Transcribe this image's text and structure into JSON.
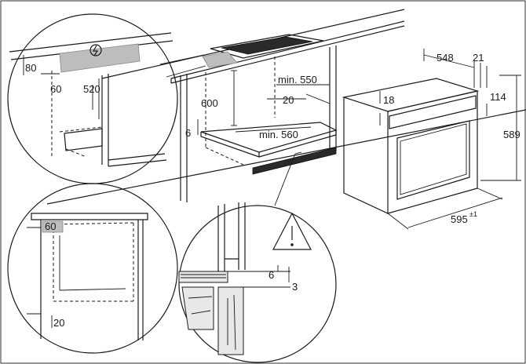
{
  "figure": {
    "labels": {
      "d80": "80",
      "d60_cable": "60",
      "d520": "520",
      "d600": "600",
      "min550": "min. 550",
      "d20_top": "20",
      "d6_left": "6",
      "min560": "min. 560",
      "d548": "548",
      "d21": "21",
      "d114": "114",
      "d18": "18",
      "d589": "589",
      "d595": "595",
      "d595_tol": "±1",
      "d60_corner": "60",
      "d20_bottom": "20",
      "d6_detail": "6",
      "d3_detail": "3"
    },
    "icons": {
      "electric": "electric-connection-icon",
      "warning": "warning-triangle-icon"
    },
    "colors": {
      "line": "#1a1a1a",
      "shaded": "#bdbdbd",
      "vent": "#2a2a2a"
    }
  }
}
